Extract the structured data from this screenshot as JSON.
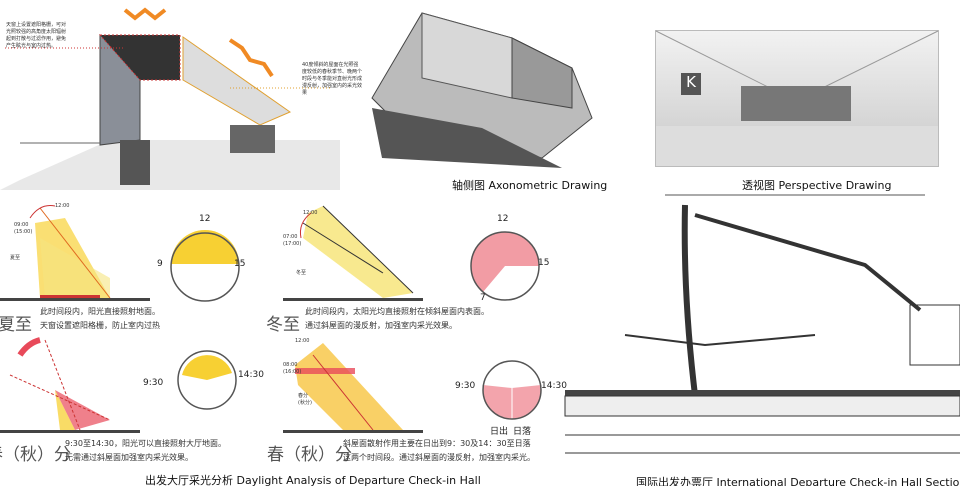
{
  "top_left": {
    "note_left": "天窗上设置遮阳格栅，可对光照较强的高角度太阳辐射起到打散与过滤作用，避免产生眩光与室内过热。",
    "note_right": "40度倾斜的屋面在光照强度较低的春秋季节、晚两个时段与冬季能对直射光形成漫反射，加强室内的采光效果"
  },
  "axonometric": {
    "caption": "轴侧图  Axonometric Drawing"
  },
  "perspective": {
    "caption": "透视图  Perspective Drawing",
    "sign": "K"
  },
  "summer": {
    "time_top": "12:00",
    "time_side": "09:00\n(15:00)",
    "section_label": "夏至",
    "clock": {
      "top": "12",
      "left": "9",
      "right": "15"
    },
    "title": "夏至",
    "text": [
      "此时间段内，阳光直接照射地面。",
      "天窗设置遮阳格栅，防止室内过热"
    ]
  },
  "winter": {
    "time_top": "12:00",
    "time_side": "07:00\n(17:00)",
    "section_label": "冬至",
    "clock": {
      "top": "12",
      "right": "15",
      "bottom": "7"
    },
    "title": "冬至",
    "text": [
      "此时间段内，太阳光均直接照射在倾斜屋面内表面。",
      "通过斜屋面的漫反射，加强室内采光效果。"
    ]
  },
  "equinox_left": {
    "clock": {
      "left": "9:30",
      "right": "14:30"
    },
    "title": "春（秋）分",
    "text": [
      "9:30至14:30，阳光可以直接照射大厅地面。",
      "无需通过斜屋面加强室内采光效果。"
    ]
  },
  "equinox_right": {
    "time_top": "12:00",
    "time_side": "08:00\n(16:00)",
    "section_label": "春分\n(秋分)",
    "clock": {
      "left": "9:30",
      "right": "14:30",
      "bottom_left": "日出",
      "bottom_right": "日落"
    },
    "title": "春（秋）分",
    "text": [
      "斜屋面散射作用主要在日出到9：30及14：30至日落",
      "这两个时间段。通过斜屋面的漫反射，加强室内采光。"
    ]
  },
  "daylight_caption": "出发大厅采光分析  Daylight Analysis of Departure Check-in Hall",
  "section": {
    "caption": "国际出发办票厅  International Departure Check-in Hall Section"
  },
  "colors": {
    "yellow": "#f5c400",
    "orange": "#f08a24",
    "red": "#e84a5a",
    "pink": "#f0a0a8"
  }
}
